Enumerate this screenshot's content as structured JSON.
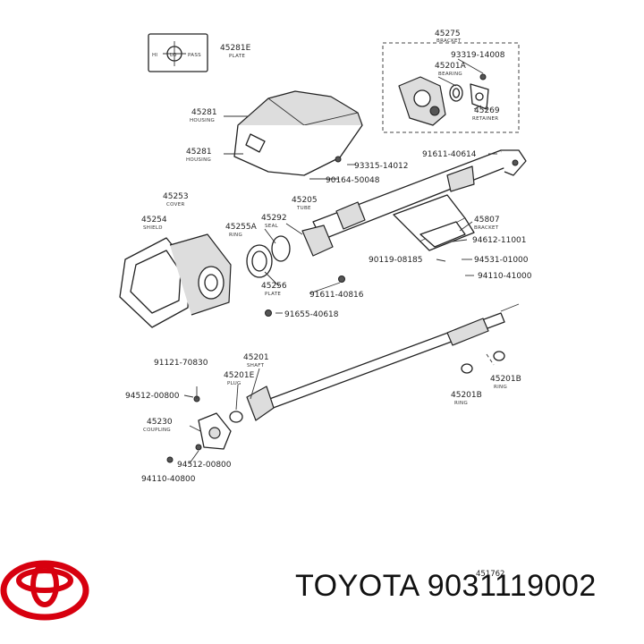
{
  "colors": {
    "brand": "#d7000f",
    "line": "#222222"
  },
  "icons": [
    "toyota-logo-icon"
  ],
  "plate_icon_labels": {
    "hi": "HI",
    "lo": "LO",
    "pass": "PASS"
  },
  "callouts": [
    {
      "id": "p45281e",
      "number": "45281E",
      "name": "PLATE"
    },
    {
      "id": "p45281a",
      "number": "45281",
      "name": "HOUSING"
    },
    {
      "id": "p45281b",
      "number": "45281",
      "name": "HOUSING"
    },
    {
      "id": "p45275",
      "number": "45275",
      "name": "BRACKET"
    },
    {
      "id": "p93319",
      "number": "93319-14008",
      "name": ""
    },
    {
      "id": "p45201a",
      "number": "45201A",
      "name": "BEARING"
    },
    {
      "id": "p45269",
      "number": "45269",
      "name": "RETAINER"
    },
    {
      "id": "p93315",
      "number": "93315-14012",
      "name": ""
    },
    {
      "id": "p90164",
      "number": "90164-50048",
      "name": ""
    },
    {
      "id": "p91611a",
      "number": "91611-40614",
      "name": ""
    },
    {
      "id": "p45253",
      "number": "45253",
      "name": "COVER"
    },
    {
      "id": "p45254",
      "number": "45254",
      "name": "SHIELD"
    },
    {
      "id": "p45205",
      "number": "45205",
      "name": "TUBE"
    },
    {
      "id": "p45255a",
      "number": "45255A",
      "name": "RING"
    },
    {
      "id": "p45292",
      "number": "45292",
      "name": "SEAL"
    },
    {
      "id": "p45807",
      "number": "45807",
      "name": "BRACKET"
    },
    {
      "id": "p94612",
      "number": "94612-11001",
      "name": ""
    },
    {
      "id": "p90119",
      "number": "90119-08185",
      "name": ""
    },
    {
      "id": "p94531",
      "number": "94531-01000",
      "name": ""
    },
    {
      "id": "p94110a",
      "number": "94110-41000",
      "name": ""
    },
    {
      "id": "p45256",
      "number": "45256",
      "name": "PLATE"
    },
    {
      "id": "p91611b",
      "number": "91611-40816",
      "name": ""
    },
    {
      "id": "p91655",
      "number": "91655-40618",
      "name": ""
    },
    {
      "id": "p91121",
      "number": "91121-70830",
      "name": ""
    },
    {
      "id": "p45201",
      "number": "45201",
      "name": "SHAFT"
    },
    {
      "id": "p45201e",
      "number": "45201E",
      "name": "PLUG"
    },
    {
      "id": "p94512a",
      "number": "94512-00800",
      "name": ""
    },
    {
      "id": "p45230",
      "number": "45230",
      "name": "COUPLING"
    },
    {
      "id": "p94512b",
      "number": "94512-00800",
      "name": ""
    },
    {
      "id": "p94110b",
      "number": "94110-40800",
      "name": ""
    },
    {
      "id": "p45201b1",
      "number": "45201B",
      "name": "RING"
    },
    {
      "id": "p45201b2",
      "number": "45201B",
      "name": "RING"
    }
  ],
  "figure_number": "451762",
  "footer": {
    "text": "TOYOTA 9031119002"
  }
}
